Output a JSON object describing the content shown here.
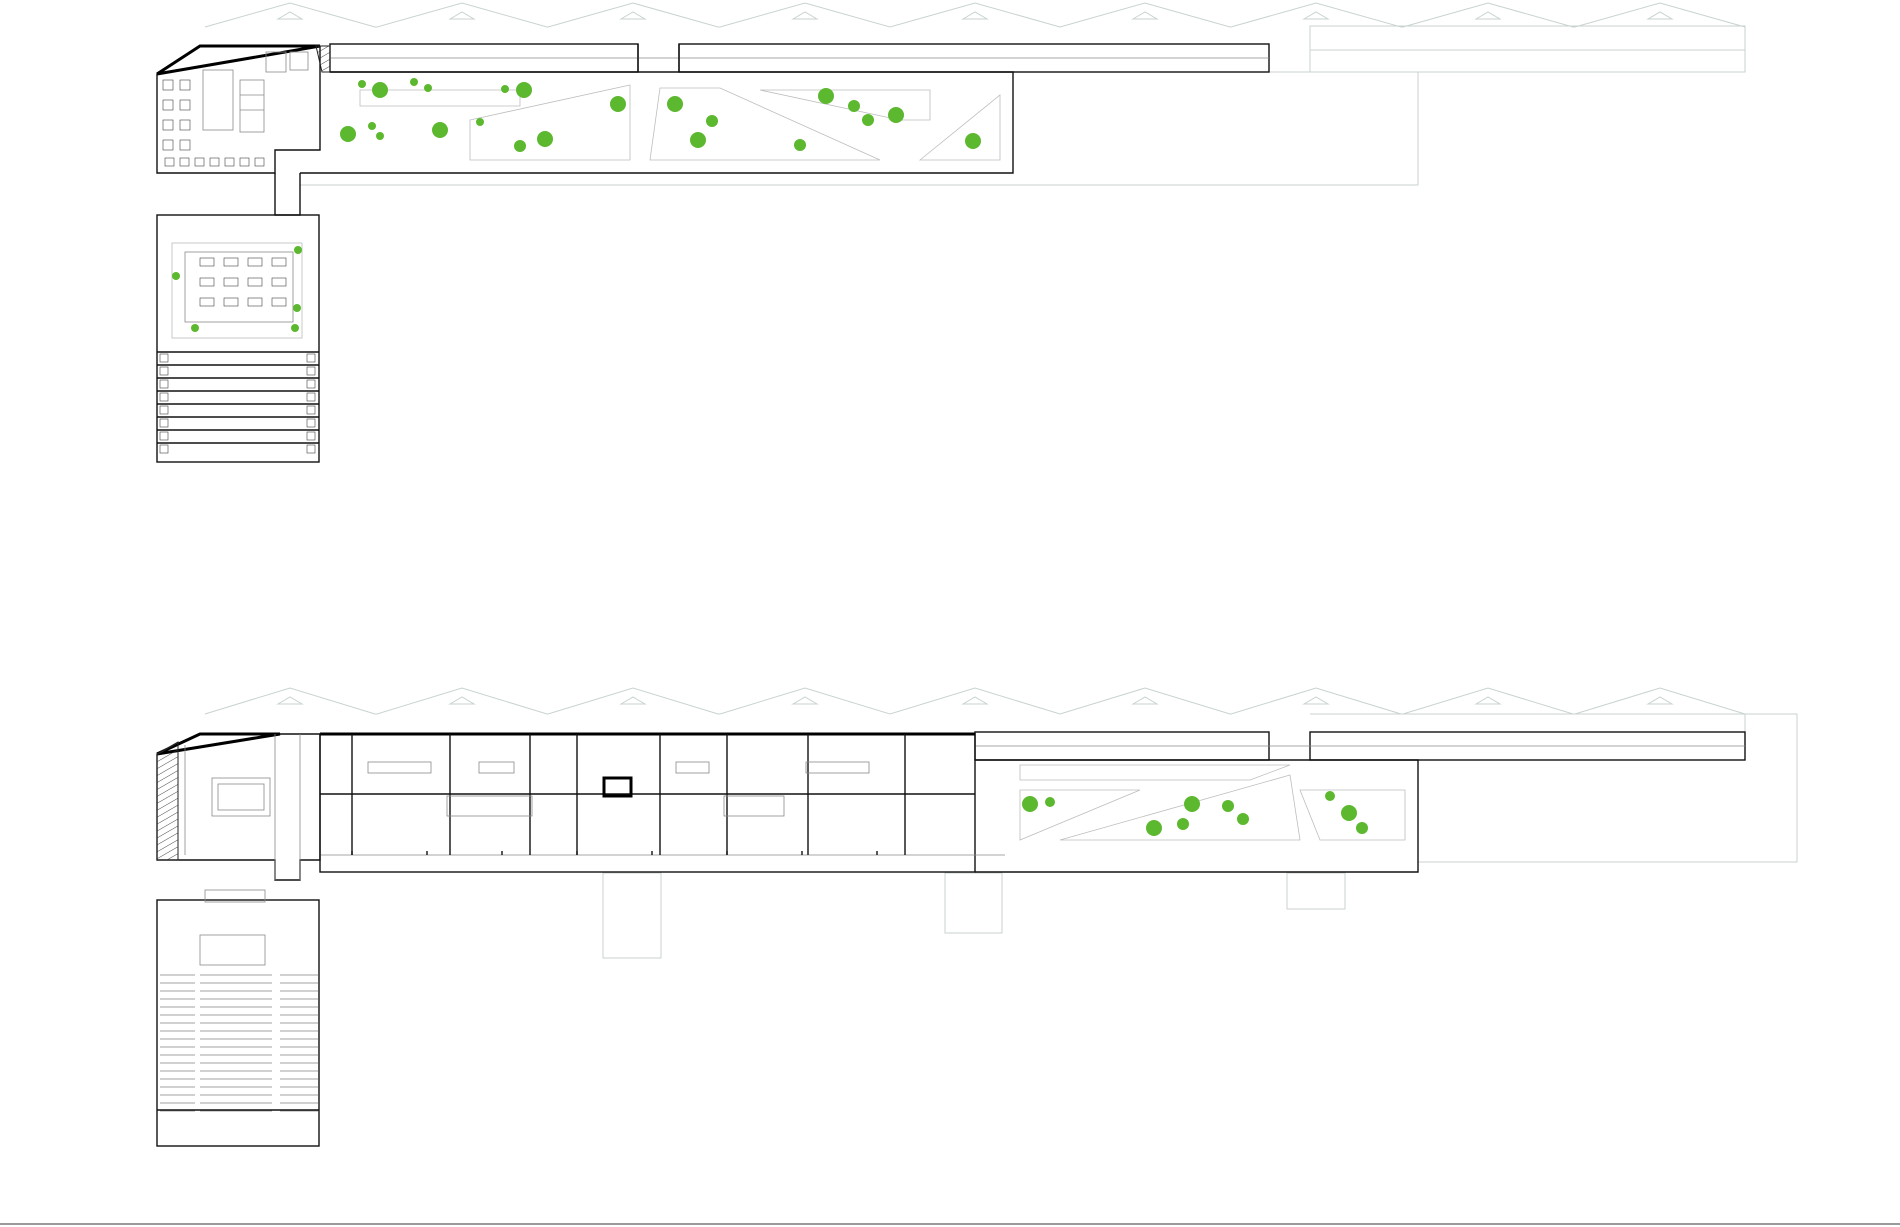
{
  "drawing": {
    "upper_plan": "upper-floor-plan",
    "lower_plan": "ground-floor-plan"
  },
  "colors": {
    "tree": "#5cb82e",
    "ghost_outline": "#c8d3cf",
    "wall": "#111111",
    "background": "#ffffff"
  },
  "icons": {
    "tree": "tree-canopy-icon",
    "roof": "sawtooth-roof-outline"
  }
}
